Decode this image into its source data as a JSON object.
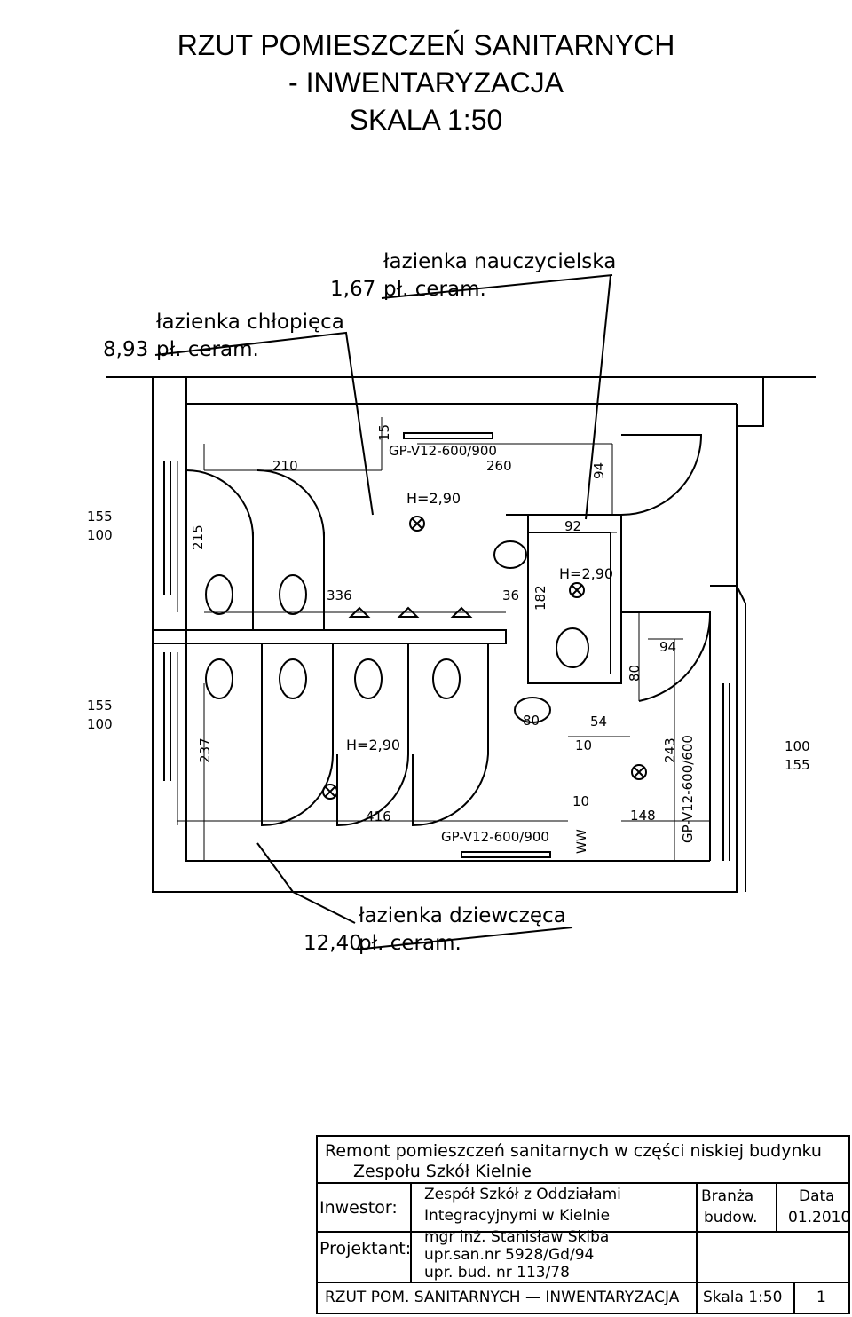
{
  "title": {
    "line1": "RZUT POMIESZCZEŃ SANITARNYCH",
    "line2": "- INWENTARYZACJA",
    "line3": "SKALA 1:50"
  },
  "rooms": {
    "teacher": {
      "name": "łazienka nauczycielska",
      "area": "1,67",
      "finish": "pł. ceram."
    },
    "boys": {
      "name": "łazienka chłopięca",
      "area": "8,93",
      "finish": "pł. ceram."
    },
    "girls": {
      "name": "łazienka dziewczęca",
      "area": "12,40",
      "finish": "pł. ceram."
    }
  },
  "fixtures": {
    "gp_top": "GP-V12-600/900",
    "gp_bottom": "GP-V12-600/900",
    "gp_right": "GP-V12-600/600",
    "height_a": "H=2,90",
    "height_b": "H=2,90",
    "height_c": "H=2,90",
    "ww": "WW"
  },
  "dimensions": {
    "d15": "15",
    "d210": "210",
    "d260": "260",
    "d94a": "94",
    "d92": "92",
    "d215": "215",
    "d336": "336",
    "d36": "36",
    "d182": "182",
    "d94b": "94",
    "d80a": "80",
    "d80b": "80",
    "d54": "54",
    "d10a": "10",
    "d10b": "10",
    "d237": "237",
    "d416": "416",
    "d148": "148",
    "d243": "243"
  },
  "window_marks": {
    "left_top_1": "155",
    "left_top_2": "100",
    "left_mid_1": "155",
    "left_mid_2": "100",
    "right_1": "100",
    "right_2": "155"
  },
  "title_block": {
    "project": "Remont pomieszczeń sanitarnych w części niskiej budynku",
    "project2": "Zespołu Szkół Kielnie",
    "investor_label": "Inwestor:",
    "investor_1": "Zespół Szkół z Oddziałami",
    "investor_2": "Integracyjnymi w Kielnie",
    "branch_label": "Branża",
    "branch_value": "budow.",
    "date_label": "Data",
    "date_value": "01.2010",
    "designer_label": "Projektant:",
    "designer_1": "mgr inż. Stanisław Skiba",
    "designer_2": "upr.san.nr 5928/Gd/94",
    "designer_3": "upr. bud. nr 113/78",
    "drawing_name": "RZUT POM. SANITARNYCH — INWENTARYZACJA",
    "scale": "Skala 1:50",
    "sheet": "1"
  }
}
